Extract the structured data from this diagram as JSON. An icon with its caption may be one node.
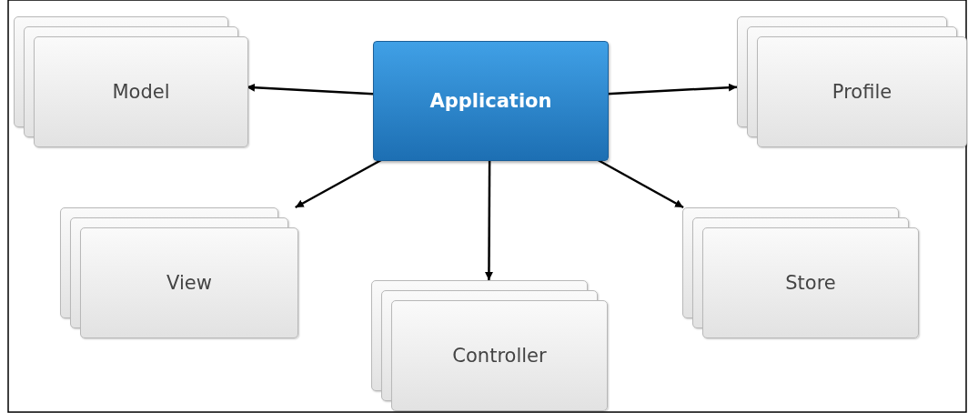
{
  "diagram": {
    "nodes": [
      {
        "text": [
          "Application"
        ]
      },
      {
        "text": [
          "Model"
        ]
      },
      {
        "text": [
          "Profile"
        ]
      },
      {
        "text": [
          "View"
        ]
      },
      {
        "text": [
          "Controller"
        ]
      },
      {
        "text": [
          "Store"
        ]
      }
    ],
    "edges": [
      {
        "from": 0,
        "to": 1,
        "arrow": "to"
      },
      {
        "from": 0,
        "to": 2,
        "arrow": "to"
      },
      {
        "from": 0,
        "to": 3,
        "arrow": "to"
      },
      {
        "from": 0,
        "to": 4,
        "arrow": "to"
      },
      {
        "from": 0,
        "to": 5,
        "arrow": "to"
      }
    ]
  }
}
